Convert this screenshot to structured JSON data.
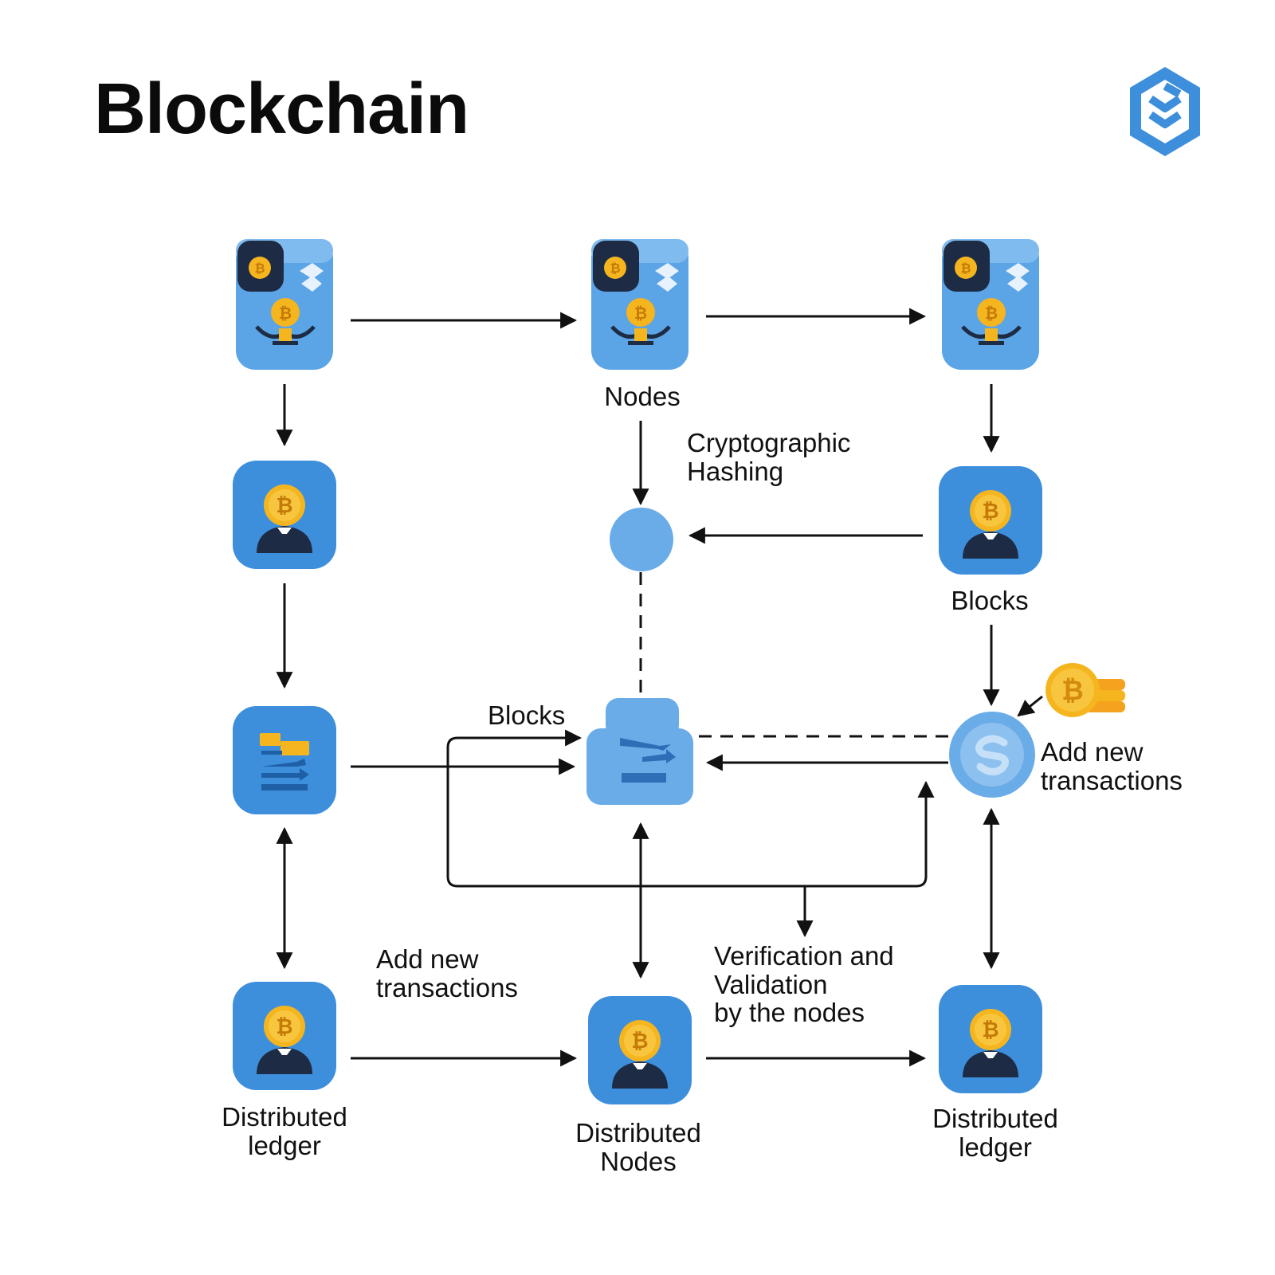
{
  "title": "Blockchain",
  "colors": {
    "tile_blue": "#3d8fdc",
    "tile_light": "#6aace8",
    "coin_gold": "#f5b51f",
    "suit_dark": "#1e2b44",
    "line": "#111111"
  },
  "labels": {
    "nodes": "Nodes",
    "crypto_hashing": "Cryptographic\nHashing",
    "blocks_right": "Blocks",
    "blocks_center": "Blocks",
    "add_new_tx_right": "Add new\ntransactions",
    "add_new_tx_bottom": "Add new\ntransactions",
    "verification": "Verification and\nValidation\nby the nodes",
    "distributed_ledger_left": "Distributed\nledger",
    "distributed_nodes": "Distributed\nNodes",
    "distributed_ledger_right": "Distributed\nledger"
  },
  "icons": {
    "logo": "hexagon-logo-icon",
    "wallet": "crypto-wallet-node-icon",
    "user": "bitcoin-user-icon",
    "exchange": "coin-exchange-icon",
    "hash": "hash-circle-icon",
    "block": "block-transfer-icon",
    "transaction": "transaction-circle-icon",
    "coins": "coin-stack-icon"
  }
}
